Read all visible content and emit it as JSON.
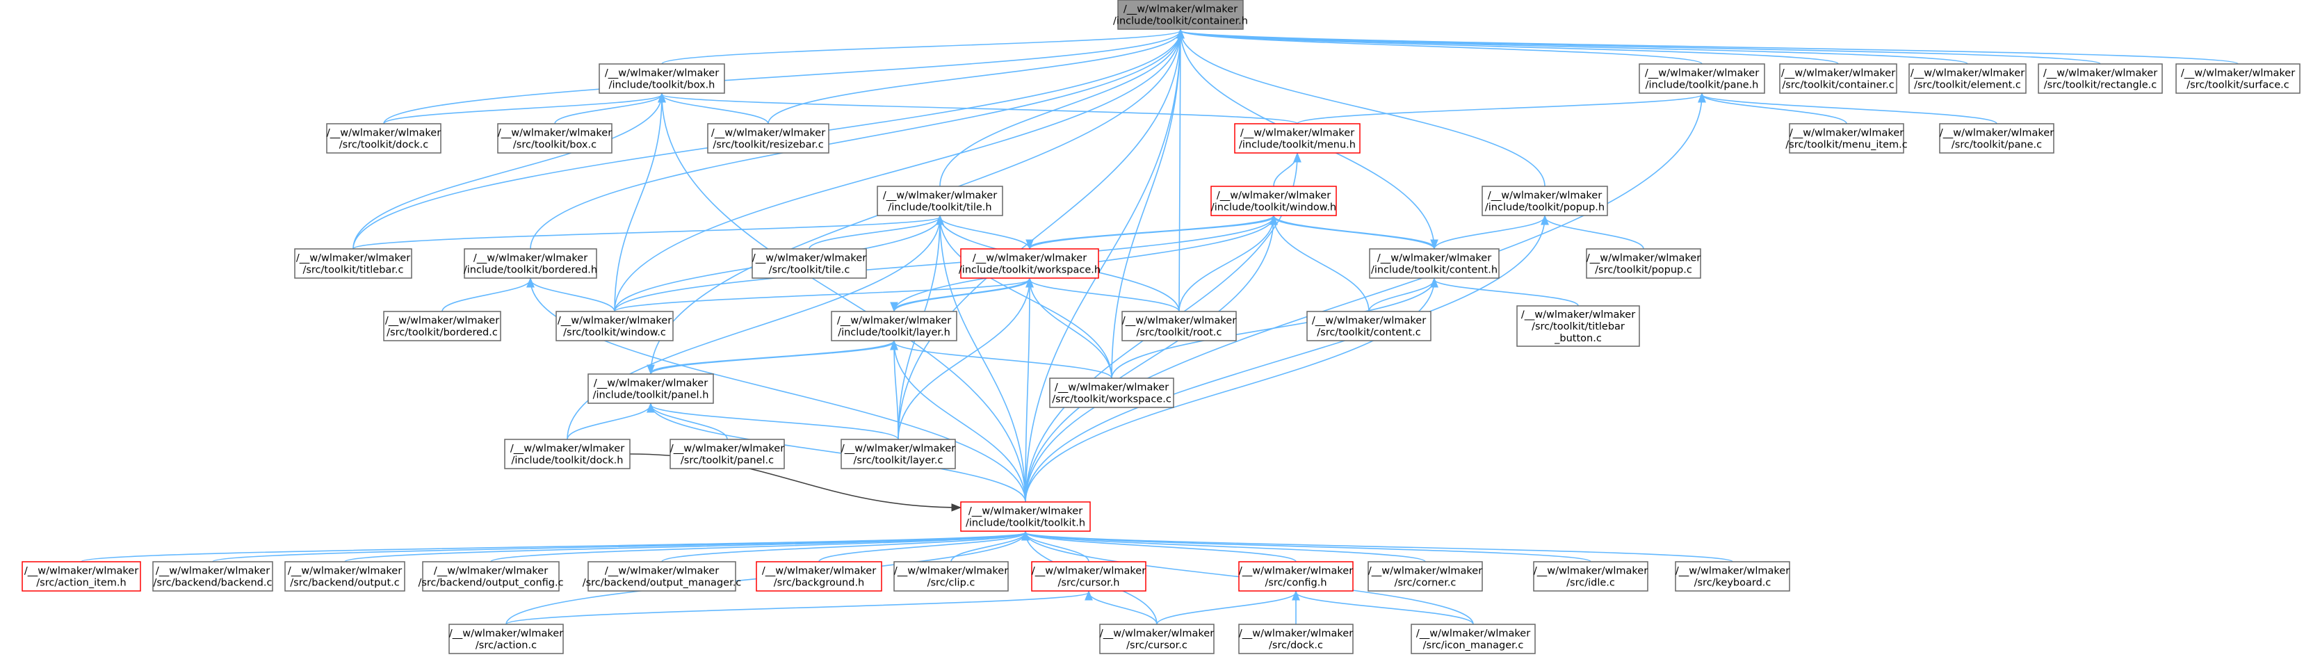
{
  "colors": {
    "edge": "#63b8ff",
    "node_border": "#666666",
    "incomplete_border": "#ff0000",
    "root_fill": "#999999"
  },
  "nodes": {
    "container_h": {
      "lines": [
        "/__w/wlmaker/wlmaker",
        "/include/toolkit/container.h"
      ]
    },
    "box_h": {
      "lines": [
        "/__w/wlmaker/wlmaker",
        "/include/toolkit/box.h"
      ]
    },
    "pane_h": {
      "lines": [
        "/__w/wlmaker/wlmaker",
        "/include/toolkit/pane.h"
      ]
    },
    "container_c": {
      "lines": [
        "/__w/wlmaker/wlmaker",
        "/src/toolkit/container.c"
      ]
    },
    "element_c": {
      "lines": [
        "/__w/wlmaker/wlmaker",
        "/src/toolkit/element.c"
      ]
    },
    "rectangle_c": {
      "lines": [
        "/__w/wlmaker/wlmaker",
        "/src/toolkit/rectangle.c"
      ]
    },
    "surface_c": {
      "lines": [
        "/__w/wlmaker/wlmaker",
        "/src/toolkit/surface.c"
      ]
    },
    "dock_c_tk": {
      "lines": [
        "/__w/wlmaker/wlmaker",
        "/src/toolkit/dock.c"
      ]
    },
    "box_c": {
      "lines": [
        "/__w/wlmaker/wlmaker",
        "/src/toolkit/box.c"
      ]
    },
    "resizebar_c": {
      "lines": [
        "/__w/wlmaker/wlmaker",
        "/src/toolkit/resizebar.c"
      ]
    },
    "menu_h": {
      "lines": [
        "/__w/wlmaker/wlmaker",
        "/include/toolkit/menu.h"
      ]
    },
    "menu_item_c": {
      "lines": [
        "/__w/wlmaker/wlmaker",
        "/src/toolkit/menu_item.c"
      ]
    },
    "pane_c": {
      "lines": [
        "/__w/wlmaker/wlmaker",
        "/src/toolkit/pane.c"
      ]
    },
    "tile_h": {
      "lines": [
        "/__w/wlmaker/wlmaker",
        "/include/toolkit/tile.h"
      ]
    },
    "window_h": {
      "lines": [
        "/__w/wlmaker/wlmaker",
        "/include/toolkit/window.h"
      ]
    },
    "popup_h": {
      "lines": [
        "/__w/wlmaker/wlmaker",
        "/include/toolkit/popup.h"
      ]
    },
    "titlebar_c": {
      "lines": [
        "/__w/wlmaker/wlmaker",
        "/src/toolkit/titlebar.c"
      ]
    },
    "bordered_h": {
      "lines": [
        "/__w/wlmaker/wlmaker",
        "/include/toolkit/bordered.h"
      ]
    },
    "tile_c": {
      "lines": [
        "/__w/wlmaker/wlmaker",
        "/src/toolkit/tile.c"
      ]
    },
    "workspace_h": {
      "lines": [
        "/__w/wlmaker/wlmaker",
        "/include/toolkit/workspace.h"
      ]
    },
    "content_h": {
      "lines": [
        "/__w/wlmaker/wlmaker",
        "/include/toolkit/content.h"
      ]
    },
    "popup_c": {
      "lines": [
        "/__w/wlmaker/wlmaker",
        "/src/toolkit/popup.c"
      ]
    },
    "bordered_c": {
      "lines": [
        "/__w/wlmaker/wlmaker",
        "/src/toolkit/bordered.c"
      ]
    },
    "window_c": {
      "lines": [
        "/__w/wlmaker/wlmaker",
        "/src/toolkit/window.c"
      ]
    },
    "layer_h": {
      "lines": [
        "/__w/wlmaker/wlmaker",
        "/include/toolkit/layer.h"
      ]
    },
    "root_c": {
      "lines": [
        "/__w/wlmaker/wlmaker",
        "/src/toolkit/root.c"
      ]
    },
    "content_c": {
      "lines": [
        "/__w/wlmaker/wlmaker",
        "/src/toolkit/content.c"
      ]
    },
    "titlebar_button_c": {
      "lines": [
        "/__w/wlmaker/wlmaker",
        "/src/toolkit/titlebar",
        "_button.c"
      ]
    },
    "panel_h": {
      "lines": [
        "/__w/wlmaker/wlmaker",
        "/include/toolkit/panel.h"
      ]
    },
    "workspace_c": {
      "lines": [
        "/__w/wlmaker/wlmaker",
        "/src/toolkit/workspace.c"
      ]
    },
    "dock_h": {
      "lines": [
        "/__w/wlmaker/wlmaker",
        "/include/toolkit/dock.h"
      ]
    },
    "panel_c": {
      "lines": [
        "/__w/wlmaker/wlmaker",
        "/src/toolkit/panel.c"
      ]
    },
    "layer_c": {
      "lines": [
        "/__w/wlmaker/wlmaker",
        "/src/toolkit/layer.c"
      ]
    },
    "toolkit_h": {
      "lines": [
        "/__w/wlmaker/wlmaker",
        "/include/toolkit/toolkit.h"
      ]
    },
    "action_item_h": {
      "lines": [
        "/__w/wlmaker/wlmaker",
        "/src/action_item.h"
      ]
    },
    "backend_c": {
      "lines": [
        "/__w/wlmaker/wlmaker",
        "/src/backend/backend.c"
      ]
    },
    "output_c": {
      "lines": [
        "/__w/wlmaker/wlmaker",
        "/src/backend/output.c"
      ]
    },
    "output_config_c": {
      "lines": [
        "/__w/wlmaker/wlmaker",
        "/src/backend/output_config.c"
      ]
    },
    "output_manager_c": {
      "lines": [
        "/__w/wlmaker/wlmaker",
        "/src/backend/output_manager.c"
      ]
    },
    "background_h": {
      "lines": [
        "/__w/wlmaker/wlmaker",
        "/src/background.h"
      ]
    },
    "clip_c": {
      "lines": [
        "/__w/wlmaker/wlmaker",
        "/src/clip.c"
      ]
    },
    "cursor_h": {
      "lines": [
        "/__w/wlmaker/wlmaker",
        "/src/cursor.h"
      ]
    },
    "config_h": {
      "lines": [
        "/__w/wlmaker/wlmaker",
        "/src/config.h"
      ]
    },
    "corner_c": {
      "lines": [
        "/__w/wlmaker/wlmaker",
        "/src/corner.c"
      ]
    },
    "idle_c": {
      "lines": [
        "/__w/wlmaker/wlmaker",
        "/src/idle.c"
      ]
    },
    "keyboard_c": {
      "lines": [
        "/__w/wlmaker/wlmaker",
        "/src/keyboard.c"
      ]
    },
    "action_c": {
      "lines": [
        "/__w/wlmaker/wlmaker",
        "/src/action.c"
      ]
    },
    "cursor_c": {
      "lines": [
        "/__w/wlmaker/wlmaker",
        "/src/cursor.c"
      ]
    },
    "dock_c": {
      "lines": [
        "/__w/wlmaker/wlmaker",
        "/src/dock.c"
      ]
    },
    "icon_manager_c": {
      "lines": [
        "/__w/wlmaker/wlmaker",
        "/src/icon_manager.c"
      ]
    }
  }
}
